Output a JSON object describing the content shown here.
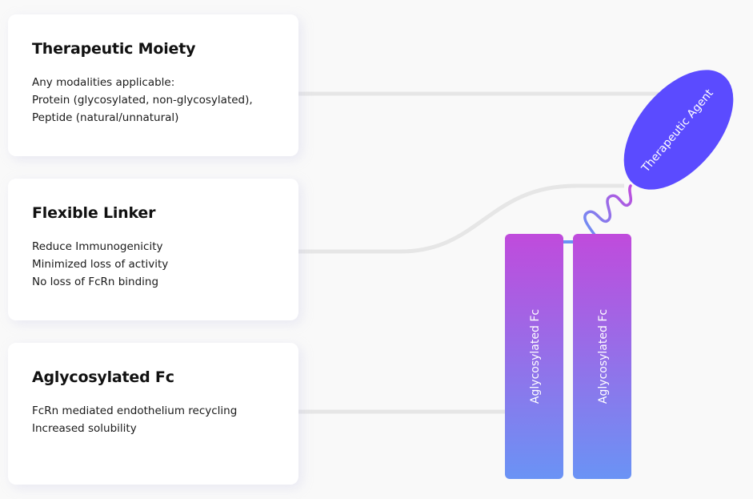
{
  "cards": [
    {
      "title": "Therapeutic Moiety",
      "lines": [
        "Any modalities applicable:",
        "Protein (glycosylated, non-glycosylated),",
        "Peptide (natural/unnatural)"
      ]
    },
    {
      "title": "Flexible Linker",
      "lines": [
        "Reduce Immunogenicity",
        "Minimized loss of activity",
        "No loss of FcRn binding"
      ]
    },
    {
      "title": "Aglycosylated Fc",
      "lines": [
        "FcRn mediated endothelium recycling",
        "Increased solubility"
      ]
    }
  ],
  "diagram": {
    "agent_label": "Therapeutic Agent",
    "fc_left_label": "Aglycosylated Fc",
    "fc_right_label": "Aglycosylated Fc",
    "colors": {
      "agent": "#5b4bff",
      "fc_top": "#c04bdc",
      "fc_bottom": "#6a93f5",
      "connector": "#e6e6e6"
    }
  }
}
